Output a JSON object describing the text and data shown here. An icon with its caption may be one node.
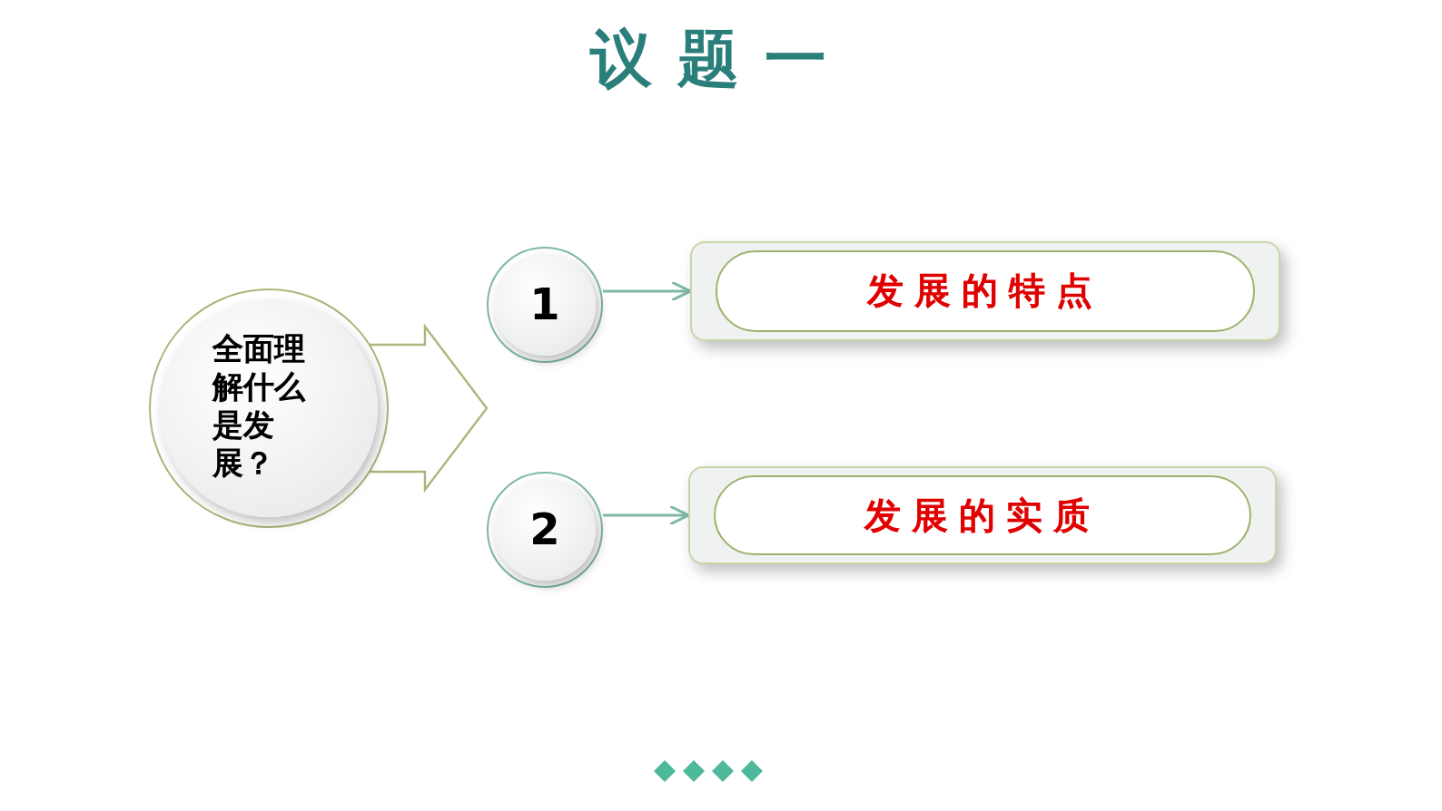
{
  "diagram": {
    "title": "议题一",
    "nodes": [
      {
        "text": [
          "全面理解什么是发展？"
        ]
      },
      {
        "text": [
          "1"
        ]
      },
      {
        "text": [
          "发展的特点"
        ]
      },
      {
        "text": [
          "2"
        ]
      },
      {
        "text": [
          "发展的实质"
        ]
      }
    ],
    "edges": [
      {
        "from": 0,
        "to": null,
        "arrow": "to"
      },
      {
        "from": 1,
        "to": 2,
        "arrow": "to"
      },
      {
        "from": 3,
        "to": 4,
        "arrow": "to"
      }
    ]
  }
}
